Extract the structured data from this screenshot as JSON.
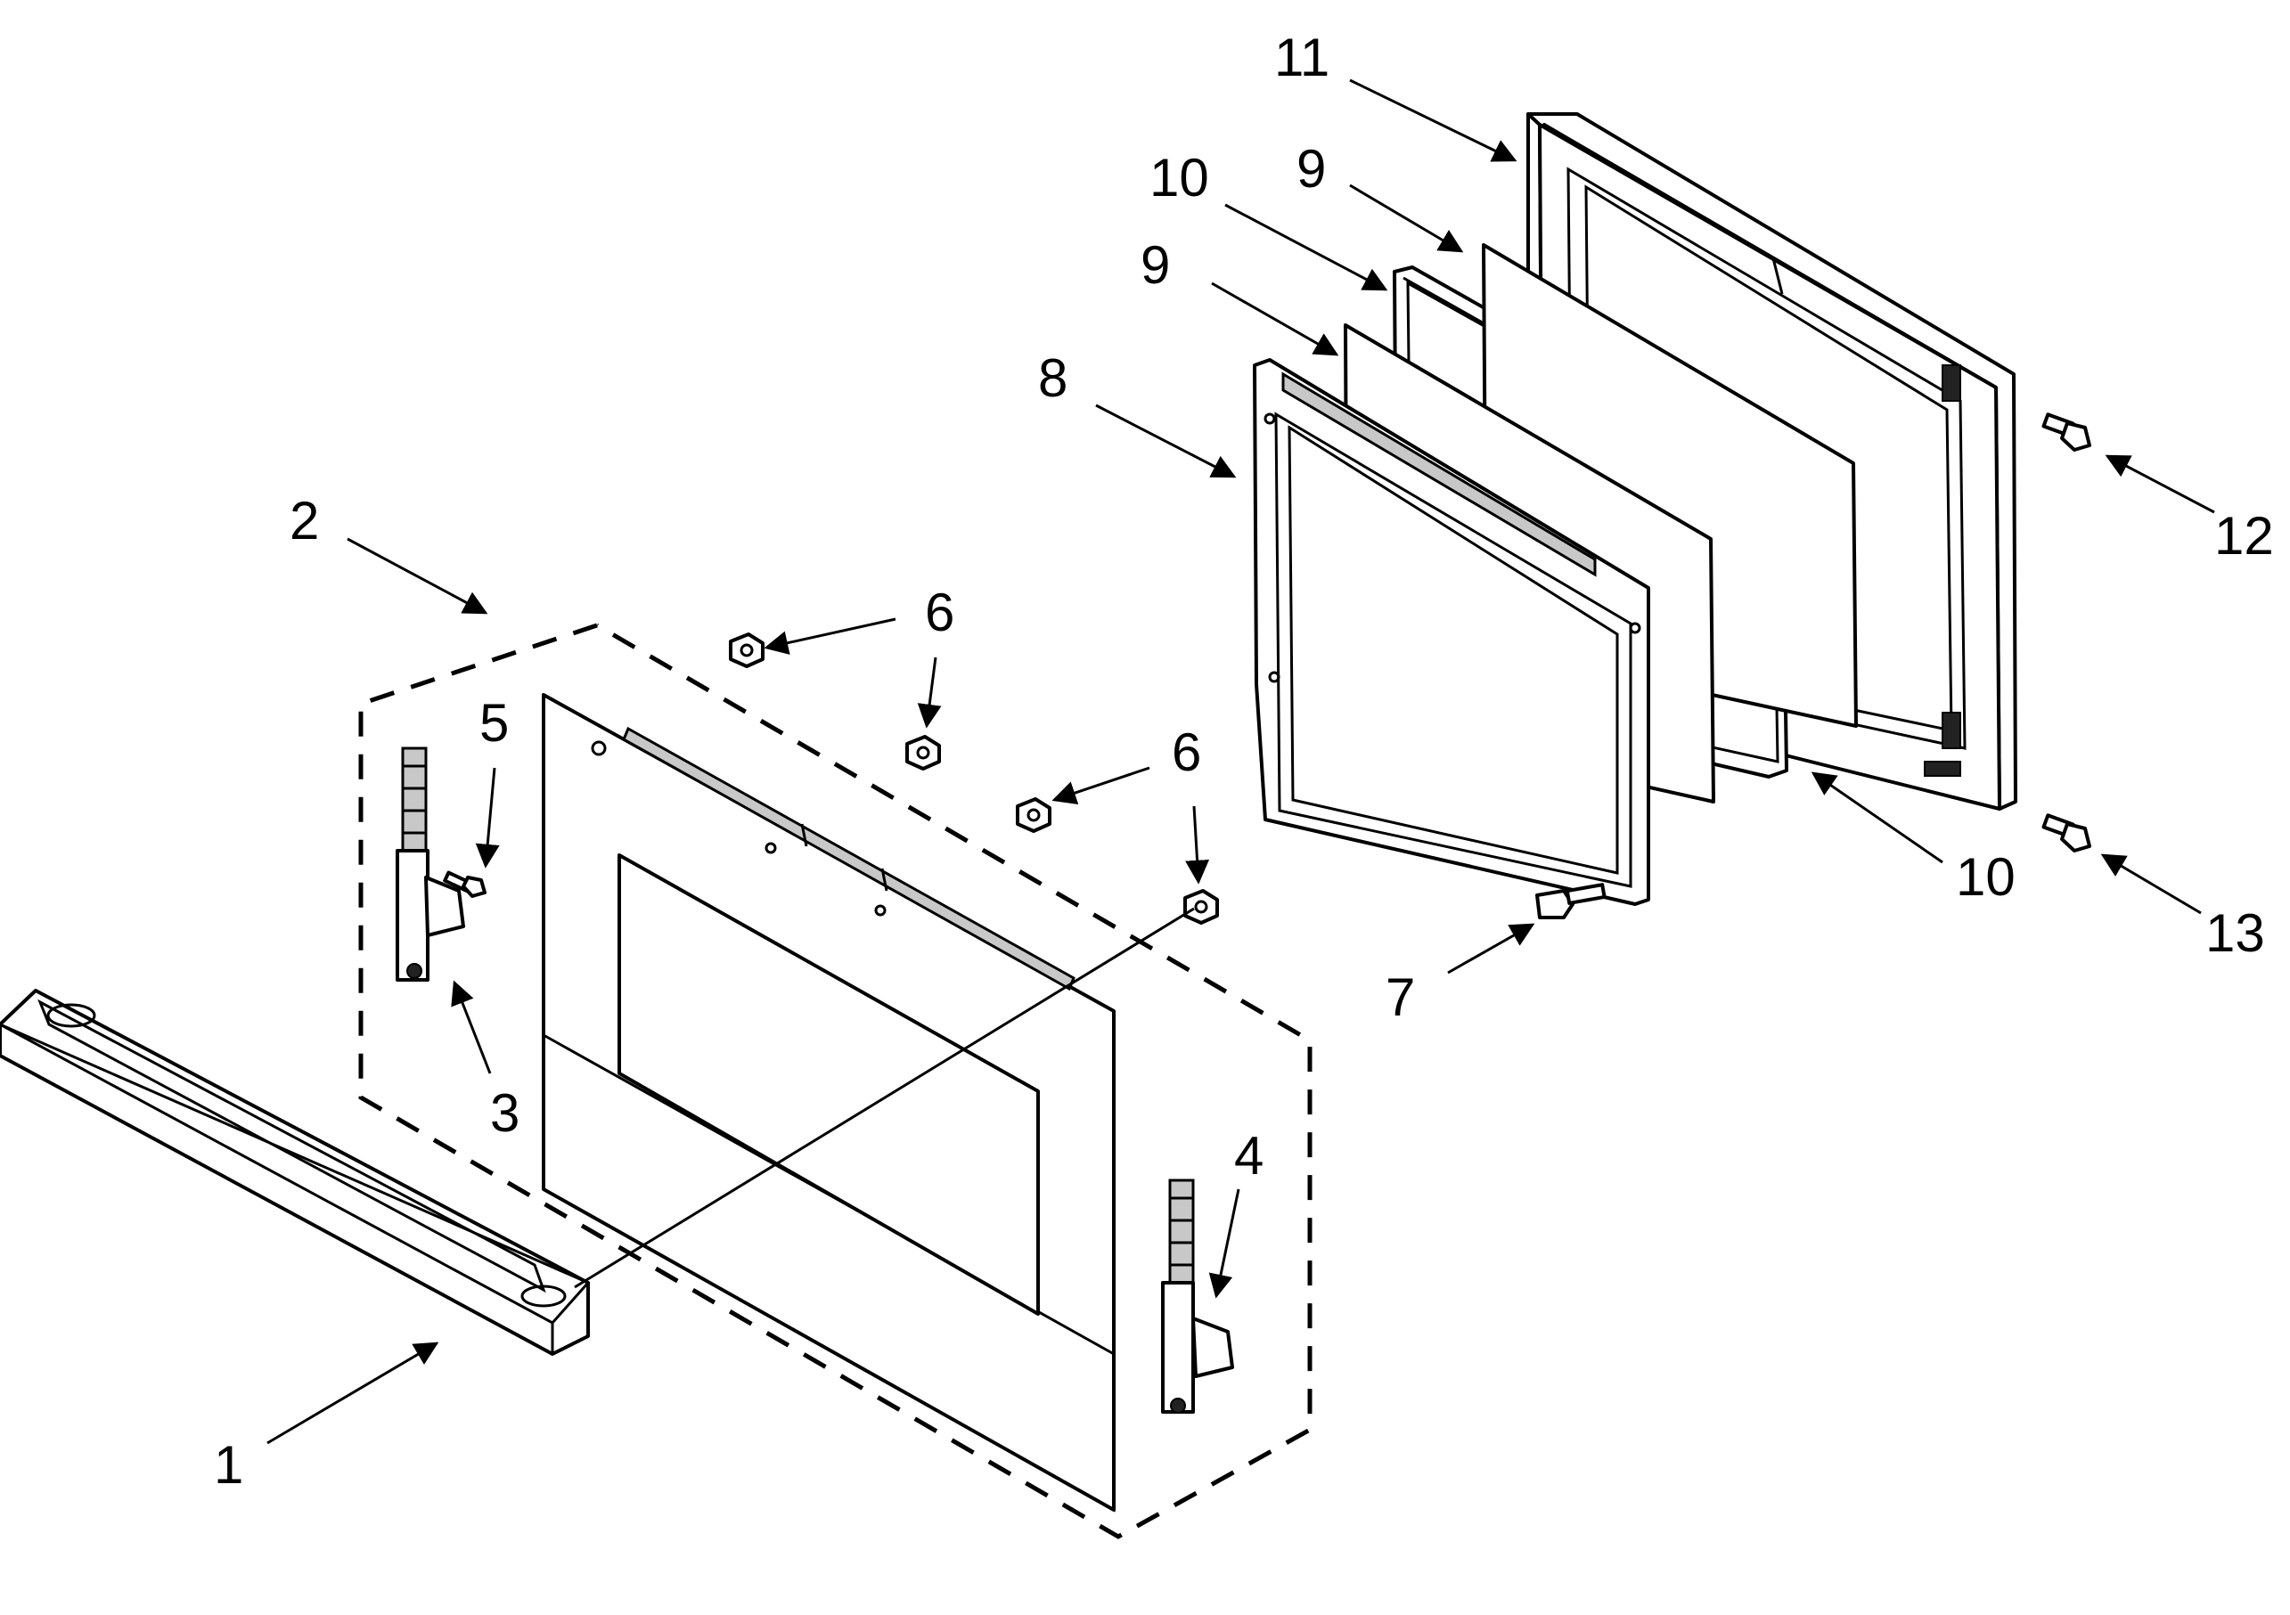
{
  "callouts": {
    "c1": "1",
    "c2": "2",
    "c3": "3",
    "c4": "4",
    "c5": "5",
    "c6a": "6",
    "c6b": "6",
    "c7": "7",
    "c8": "8",
    "c9a": "9",
    "c9b": "9",
    "c10a": "10",
    "c10b": "10",
    "c11": "11",
    "c12": "12",
    "c13": "13"
  }
}
